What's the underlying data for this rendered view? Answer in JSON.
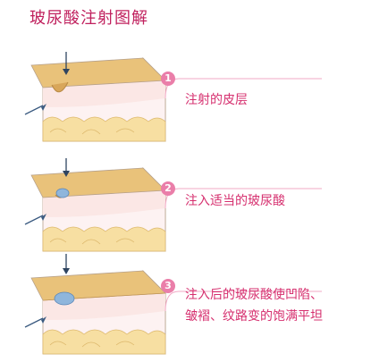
{
  "title": "玻尿酸注射图解",
  "colors": {
    "accent": "#c0215e",
    "caption": "#d6306f",
    "badge": "#ea7ea9",
    "line": "#f2a9c6",
    "skin_top": "#e8c07a",
    "fat": "#f6dea0"
  },
  "steps": [
    {
      "number": "1",
      "caption_lines": [
        "注射的皮层"
      ]
    },
    {
      "number": "2",
      "caption_lines": [
        "注入适当的玻尿酸"
      ]
    },
    {
      "number": "3",
      "caption_lines": [
        "注入后的玻尿酸使凹陷、",
        "皱褶、纹路变的饱满平坦"
      ]
    }
  ]
}
